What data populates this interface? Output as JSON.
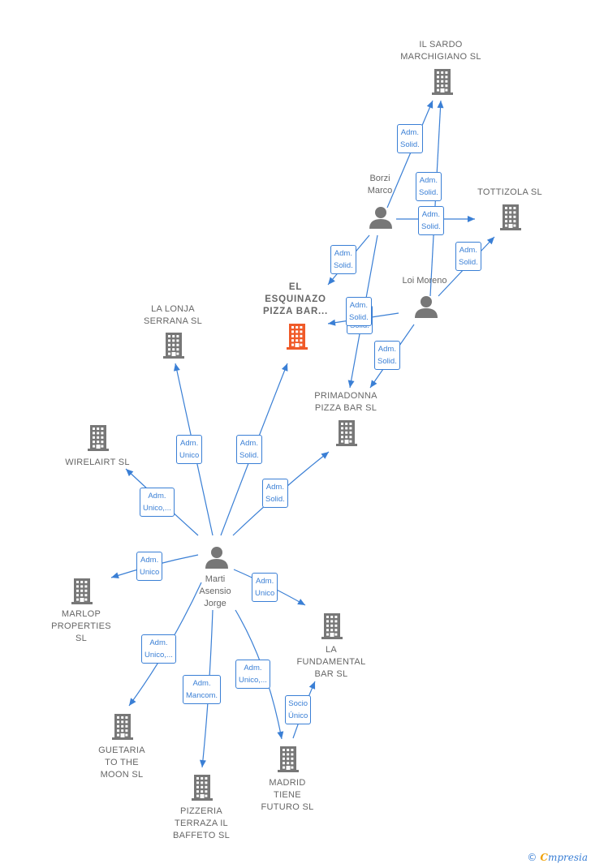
{
  "colors": {
    "edge": "#3a7fd5",
    "company": "#777777",
    "main_company": "#f05a28",
    "person": "#777777"
  },
  "nodes": [
    {
      "id": "sardo",
      "kind": "company",
      "label": "IL SARDO\nMARCHIGIANO SL"
    },
    {
      "id": "tottizola",
      "kind": "company",
      "label": "TOTTIZOLA  SL"
    },
    {
      "id": "borzi",
      "kind": "person",
      "label": "Borzi\nMarco"
    },
    {
      "id": "loi",
      "kind": "person",
      "label": "Loi Moreno"
    },
    {
      "id": "esquinazo",
      "kind": "main",
      "label": "EL\nESQUINAZO\nPIZZA BAR..."
    },
    {
      "id": "lonja",
      "kind": "company",
      "label": "LA LONJA\nSERRANA  SL"
    },
    {
      "id": "primadonna",
      "kind": "company",
      "label": "PRIMADONNA\nPIZZA BAR  SL"
    },
    {
      "id": "wirelairt",
      "kind": "company",
      "label": "WIRELAIRT SL"
    },
    {
      "id": "marti",
      "kind": "person",
      "label": "Marti\nAsensio\nJorge"
    },
    {
      "id": "marlop",
      "kind": "company",
      "label": "MARLOP\nPROPERTIES\nSL"
    },
    {
      "id": "fundamental",
      "kind": "company",
      "label": "LA\nFUNDAMENTAL\nBAR  SL"
    },
    {
      "id": "guetaria",
      "kind": "company",
      "label": "GUETARIA\nTO THE\nMOON  SL"
    },
    {
      "id": "pizzeria",
      "kind": "company",
      "label": "PIZZERIA\nTERRAZA IL\nBAFFETO SL"
    },
    {
      "id": "madrid",
      "kind": "company",
      "label": "MADRID\nTIENE\nFUTURO  SL"
    }
  ],
  "edges": [
    {
      "label": "Adm.\nSolid."
    },
    {
      "label": "Adm.\nSolid."
    },
    {
      "label": "Adm.\nSolid."
    },
    {
      "label": "Adm.\nSolid."
    },
    {
      "label": "Adm.\nSolid."
    },
    {
      "label": "Adm.\nSolid."
    },
    {
      "label": "Adm.\nSolid."
    },
    {
      "label": "Adm.\nSolid."
    },
    {
      "label": "Adm.\nUnico"
    },
    {
      "label": "Adm.\nSolid."
    },
    {
      "label": "Adm.\nSolid."
    },
    {
      "label": "Adm.\nUnico,..."
    },
    {
      "label": "Adm.\nUnico"
    },
    {
      "label": "Adm.\nUnico"
    },
    {
      "label": "Adm.\nUnico,..."
    },
    {
      "label": "Adm.\nMancom."
    },
    {
      "label": "Adm.\nUnico,..."
    },
    {
      "label": "Socio\nÚnico"
    }
  ],
  "footer": {
    "copyright": "©",
    "brand_e": "C",
    "brand_rest": "mpresia"
  }
}
